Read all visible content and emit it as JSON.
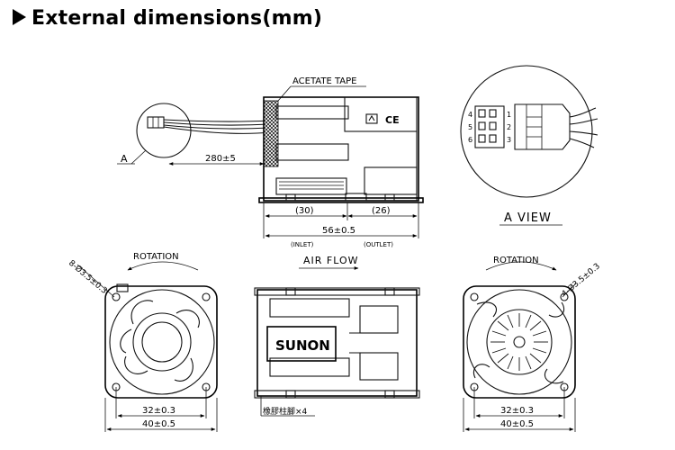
{
  "title": "External dimensions(mm)",
  "side_view": {
    "tape_label": "ACETATE TAPE",
    "lead_marker": "A",
    "lead_length": "280±5",
    "inlet_depth": "(30)",
    "outlet_depth": "(26)",
    "total_depth": "56±0.5",
    "inlet_label": "(INLET)",
    "outlet_label": "(OUTLET)",
    "ce_mark": "CE"
  },
  "a_view": {
    "label": "A VIEW",
    "pins_left": [
      "4",
      "5",
      "6"
    ],
    "pins_right": [
      "1",
      "2",
      "3"
    ]
  },
  "airflow_label": "AIR FLOW",
  "front_view": {
    "rotation_label": "ROTATION",
    "holes": "8-Ø3.5±0.3",
    "hole_pitch": "32±0.3",
    "frame_width": "40±0.5"
  },
  "middle_view": {
    "brand": "SUNON",
    "note": "橡膠柱腳×4"
  },
  "rear_view": {
    "rotation_label": "ROTATION",
    "holes": "4-Ø3.5±0.3",
    "hole_pitch": "32±0.3",
    "frame_width": "40±0.5"
  }
}
